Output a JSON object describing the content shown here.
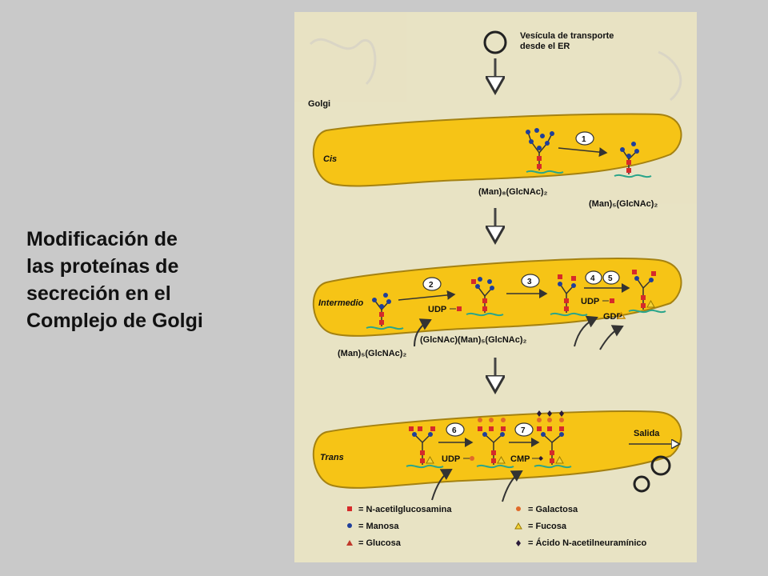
{
  "title": {
    "lines": [
      "Modificación de",
      "las proteínas de",
      "secreción en el",
      "Complejo de Golgi"
    ]
  },
  "diagram": {
    "vesicle_label_1": "Vesícula de transporte",
    "vesicle_label_2": "desde el ER",
    "golgi": "Golgi",
    "cis": "Cis",
    "intermedio": "Intermedio",
    "trans": "Trans",
    "salida": "Salida",
    "step1": "1",
    "step2": "2",
    "step3": "3",
    "step4": "4",
    "step5": "5",
    "step6": "6",
    "step7": "7",
    "cis_in": "(Man)₈(GlcNAc)₂",
    "cis_out": "(Man)₅(GlcNAc)₂",
    "mid_in": "(Man)₅(GlcNAc)₂",
    "mid_mid": "(GlcNAc)(Man)₅(GlcNAc)₂",
    "udp_a": "UDP",
    "udp_b": "UDP",
    "gdp": "GDP",
    "udp_c": "UDP",
    "cmp": "CMP"
  },
  "legend": {
    "glcnac": "= N-acetilglucosamina",
    "manosa": "= Manosa",
    "glucosa": "= Glucosa",
    "galactosa": "= Galactosa",
    "fucosa": "= Fucosa",
    "neu": "= Ácido N-acetilneuramínico"
  },
  "colors": {
    "cisterna": "#f6c416",
    "glcnac": "#d62a2a",
    "manosa": "#1f3f9a",
    "glucosa": "#c0392b",
    "galactosa": "#e06a2a",
    "fucosa": "#f2d33a",
    "neu": "#2a1a3a"
  }
}
